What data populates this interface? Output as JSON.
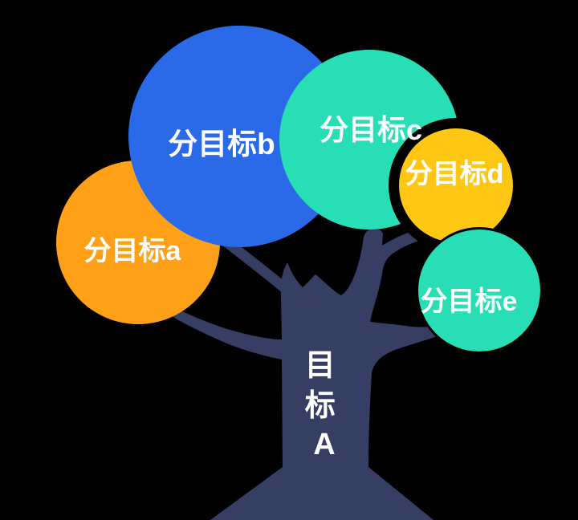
{
  "page": {
    "background": "#000000",
    "text_color": "#FFFFFF"
  },
  "diagram": {
    "type": "goal-tree",
    "trunk": {
      "label": "目标A",
      "chars": [
        "目",
        "标",
        "A"
      ],
      "color": "#373E63"
    },
    "circles": [
      {
        "id": "a",
        "label": "分目标a",
        "color": "#FFA019"
      },
      {
        "id": "b",
        "label": "分目标b",
        "color": "#2A6AE9"
      },
      {
        "id": "c",
        "label": "分目标c",
        "color": "#28DEB5"
      },
      {
        "id": "d",
        "label": "分目标d",
        "color": "#FFC713"
      },
      {
        "id": "e",
        "label": "分目标e",
        "color": "#28DEB5"
      }
    ]
  }
}
